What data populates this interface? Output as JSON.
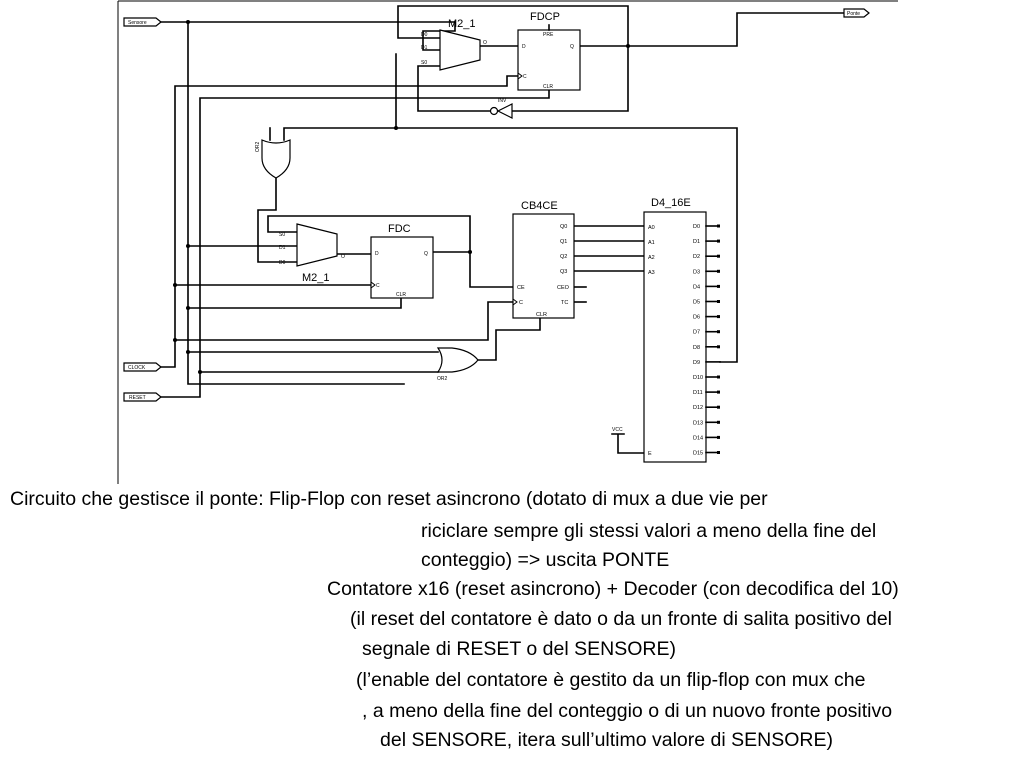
{
  "schematic": {
    "ports": {
      "sensore": "Sensore",
      "clock": "CLOCK",
      "reset": "RESET",
      "ponte": "Ponte"
    },
    "components": {
      "mux_top": {
        "name": "M2_1",
        "in0": "D0",
        "in1": "D1",
        "sel": "S0",
        "out": "O"
      },
      "fdcp": {
        "name": "FDCP",
        "d": "D",
        "c": "C",
        "q": "Q",
        "pre": "PRE",
        "clr": "CLR"
      },
      "inverter": {
        "name": "INV"
      },
      "or_upper": {
        "name": "OR2"
      },
      "mux_bottom": {
        "name": "M2_1",
        "in0": "D0",
        "in1": "D1",
        "sel": "S0",
        "out": "O"
      },
      "fdc": {
        "name": "FDC",
        "d": "D",
        "c": "C",
        "q": "Q",
        "clr": "CLR"
      },
      "cb4ce": {
        "name": "CB4CE",
        "outputs": [
          "Q0",
          "Q1",
          "Q2",
          "Q3",
          "CEO",
          "TC"
        ],
        "ce": "CE",
        "c": "C",
        "clr": "CLR"
      },
      "d4_16e": {
        "name": "D4_16E",
        "inputs": [
          "A0",
          "A1",
          "A2",
          "A3"
        ],
        "enable": "E",
        "outputs": [
          "D0",
          "D1",
          "D2",
          "D3",
          "D4",
          "D5",
          "D6",
          "D7",
          "D8",
          "D9",
          "D10",
          "D11",
          "D12",
          "D13",
          "D14",
          "D15"
        ]
      },
      "vcc": {
        "name": "VCC"
      },
      "or_lower": {
        "name": "OR2"
      }
    }
  },
  "caption": {
    "lines": [
      "Circuito che gestisce il ponte: Flip-Flop con reset asincrono (dotato di mux a due vie per",
      "riciclare sempre gli stessi valori a meno della fine del",
      "conteggio) => uscita PONTE",
      "Contatore x16 (reset asincrono) + Decoder (con decodifica del 10)",
      "(il reset del contatore è dato o da un fronte di salita positivo del",
      "segnale di RESET o del SENSORE)",
      "(l’enable del contatore è gestito da un flip-flop con mux che",
      ", a meno della fine del conteggio o di un nuovo fronte positivo",
      "del SENSORE, itera sull’ultimo valore di SENSORE)"
    ]
  }
}
